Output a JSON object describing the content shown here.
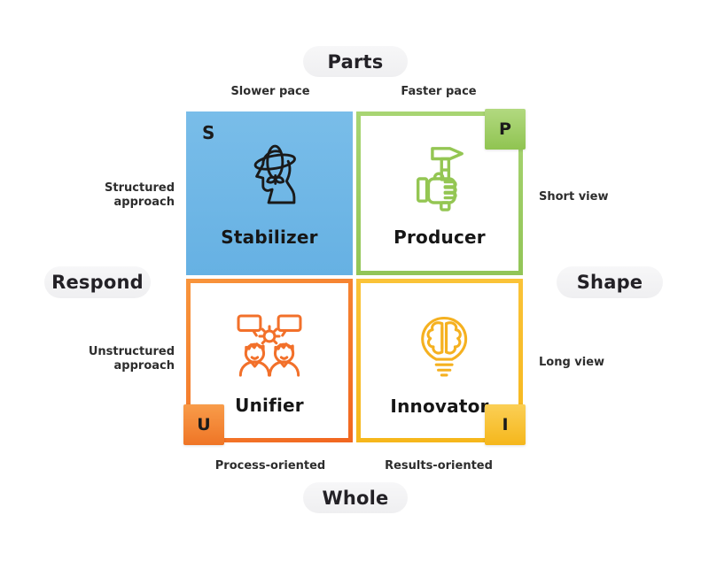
{
  "pills": {
    "top": "Parts",
    "bottom": "Whole",
    "left": "Respond",
    "right": "Shape"
  },
  "edge_labels": {
    "top_left": "Slower pace",
    "top_right": "Faster pace",
    "left_top": "Structured approach",
    "left_bottom": "Unstructured approach",
    "right_top": "Short view",
    "right_bottom": "Long view",
    "bottom_left": "Process-oriented",
    "bottom_right": "Results-oriented"
  },
  "quadrants": [
    {
      "letter": "S",
      "name": "Stabilizer",
      "icon": "gyroscope-head-icon",
      "color": "#6DB6E6",
      "style": "filled"
    },
    {
      "letter": "P",
      "name": "Producer",
      "icon": "hand-hammer-icon",
      "color": "#9CCB61",
      "style": "outlined"
    },
    {
      "letter": "U",
      "name": "Unifier",
      "icon": "team-chat-gear-icon",
      "color": "#F2702A",
      "style": "outlined"
    },
    {
      "letter": "I",
      "name": "Innovator",
      "icon": "brain-bulb-icon",
      "color": "#F7BB21",
      "style": "outlined"
    }
  ],
  "colors": {
    "stabilizer_blue": "#6DB6E6",
    "producer_green": "#9CCB61",
    "unifier_orange": "#F2702A",
    "innovator_yellow": "#F7BB21",
    "pill_background": "#F1F1F2",
    "text": "#1F1F1F"
  }
}
